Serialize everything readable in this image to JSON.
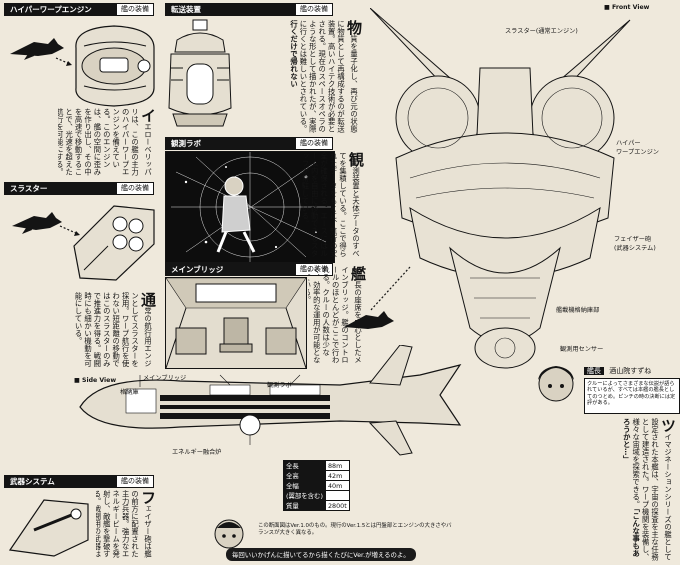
{
  "sections": {
    "hyper": {
      "title": "ハイパーワープエンジン",
      "kind": "艦の装備"
    },
    "transfer": {
      "title": "転送装置",
      "kind": "艦の装備"
    },
    "observation": {
      "title": "観測ラボ",
      "kind": "艦の装備"
    },
    "thruster": {
      "title": "スラスター",
      "kind": "艦の装備"
    },
    "bridge": {
      "title": "メインブリッジ",
      "kind": "艦の装備"
    },
    "weapons": {
      "title": "武器システム",
      "kind": "艦の装備"
    }
  },
  "front_view": {
    "title": "■ Front View",
    "labels": {
      "thruster": "スラスター(通常エンジン)",
      "hyper": "ハイパー\nワープエンジン",
      "phaser": "フェイザー砲\n(武器システム)",
      "hangar": "艦載機格納庫部",
      "sensor": "観測用センサー"
    }
  },
  "side_view": {
    "title": "■ Side View",
    "labels": {
      "bridge": "メインブリッジ",
      "hangar": "格納庫",
      "lab": "観測ラボ",
      "reactor": "エネルギー融合炉"
    }
  },
  "specs": {
    "rows": [
      {
        "k": "全長",
        "v": "88m"
      },
      {
        "k": "全高",
        "v": "42m"
      },
      {
        "k": "全幅",
        "v": "40m"
      },
      {
        "k": "(翼部を含む)",
        "v": ""
      },
      {
        "k": "質量",
        "v": "2800t"
      }
    ]
  },
  "texts": {
    "col_mono": "物",
    "col1": "質を量子化し、再び元の状態に物質として再構成するのが転送装置。高いハイテク技術が必要とされる。現在のスペースオペラのような形として描かれたが、実際に行くとは難しいとされている。",
    "col1_bold": "行くだけで帰れない",
    "col2_big": "イ",
    "col2": "エローベリッパリは、この艦の主力のハイパーワープエンジンを備えている。このエンジンは、艦の空間に歪みを作り出し、その中を高速で移動することで、光速を超えた航行を可能にする。",
    "col3_big": "観",
    "col3": "測装置と天体データのすべてを集積している。ここで得られたデータをもとに、航行の安全が確保される。エースにはルーム内を自由に移動できるスタッフが常駐している。",
    "col4_big": "通",
    "col4": "常の航行用エンジンとしてスラスターを採用。ワープ航行を使わない短距離の移動ではこのスラスターのみで推進力を得る。戦闘時にも細かい機動を可能にしている。",
    "col5_big": "艦",
    "col5": "長の座席を中心としたメインブリッジ。艦のコントロールのほとんどがここで行われる。クルーの人数は少なく、効率的な運用が可能となっている。",
    "col6_big": "フ",
    "col6": "ェイザー砲は艦の前方に配置された主力兵器。強力なエネルギービームを発射し、敵艦を撃破する。戦闘用の武器はこれのみとされている。",
    "col7_big": "ツ",
    "col7": "イマジネーションシリーズの艦として設定された本艦は、宇宙の探査を主な任務として建造された。ワープ機関を装備し、様々な宙域を探索できる。",
    "col7_bold": "「こんな事もあろうかと…」"
  },
  "captain": {
    "title": "艦長",
    "name": "酒山院すずね",
    "note": "クルーによってさまざまな伝説が語られているが、すべては本艦の艦長としてのつとめ。ピンチの時の決断には定評がある。"
  },
  "footnote": "この断面図はVer.1.0のもの。現行のVer.1.5とは円盤部とエンジンの大きさやバランスが大きく異なる。",
  "callout": "毎回いいかげんに描いてるから描くたびにVer.が増えるのよ。"
}
